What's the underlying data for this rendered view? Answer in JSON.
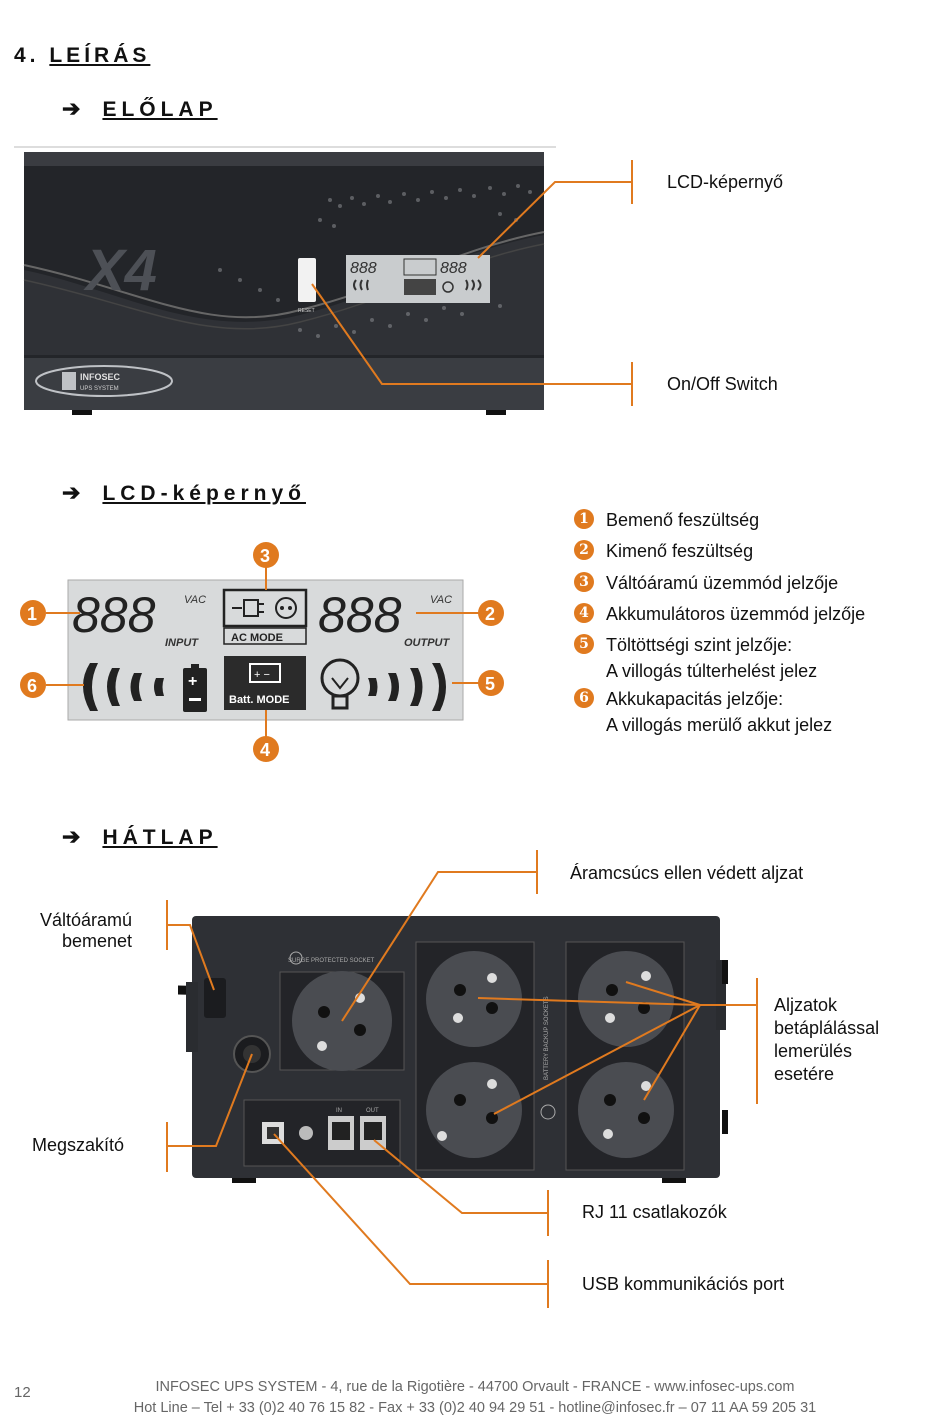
{
  "section": {
    "number": "4.",
    "title": "LEÍRÁS"
  },
  "front": {
    "heading": "ELŐLAP",
    "logo_text": "X4",
    "brand": "INFOSEC",
    "brand_sub": "UPS SYSTEM",
    "reset_text": "RESET",
    "lcd_label": "LCD-képernyő",
    "switch_label": "On/Off Switch"
  },
  "lcd": {
    "heading": "LCD-képernyő",
    "input_digits": "888",
    "output_digits": "888",
    "vac_label": "VAC",
    "input_label": "INPUT",
    "output_label": "OUTPUT",
    "ac_mode_label": "AC MODE",
    "batt_mode_label": "Batt. MODE",
    "legend": [
      {
        "num": "1",
        "line1": "Bemenő feszültség",
        "line2": ""
      },
      {
        "num": "2",
        "line1": "Kimenő feszültség",
        "line2": ""
      },
      {
        "num": "3",
        "line1": "Váltóáramú üzemmód jelzője",
        "line2": ""
      },
      {
        "num": "4",
        "line1": "Akkumulátoros üzemmód jelzője",
        "line2": ""
      },
      {
        "num": "5",
        "line1": "Töltöttségi szint jelzője:",
        "line2": "A villogás túlterhelést jelez"
      },
      {
        "num": "6",
        "line1": "Akkukapacitás jelzője:",
        "line2": "A villogás merülő akkut jelez"
      }
    ],
    "callouts": {
      "c1": "1",
      "c2": "2",
      "c3": "3",
      "c4": "4",
      "c5": "5",
      "c6": "6"
    }
  },
  "back": {
    "heading": "HÁTLAP",
    "surge_label": "Áramcsúcs ellen védett aljzat",
    "ac_input_line1": "Váltóáramú",
    "ac_input_line2": "bemenet",
    "battery_sockets_line1": "Aljzatok",
    "battery_sockets_line2": "betáplálással",
    "battery_sockets_line3": "lemerülés",
    "battery_sockets_line4": "esetére",
    "breaker_label": "Megszakító",
    "rj11_label": "RJ 11 csatlakozók",
    "usb_label": "USB kommunikációs port",
    "surge_panel_text": "SURGE PROTECTED SOCKET",
    "battery_panel_text": "BATTERY BACKUP SOCKETS",
    "rj_in": "IN",
    "rj_out": "OUT"
  },
  "footer": {
    "page": "12",
    "line1": "INFOSEC UPS SYSTEM - 4, rue de la Rigotière - 44700 Orvault - FRANCE -  www.infosec-ups.com",
    "line2": "Hot Line – Tel + 33 (0)2 40 76 15 82 - Fax + 33 (0)2 40 94 29 51 - hotline@infosec.fr – 07 11 AA 59 205 31"
  },
  "colors": {
    "accent": "#e07a1f",
    "device": "#2a2c30",
    "lcd_bg": "#d8dadb"
  }
}
